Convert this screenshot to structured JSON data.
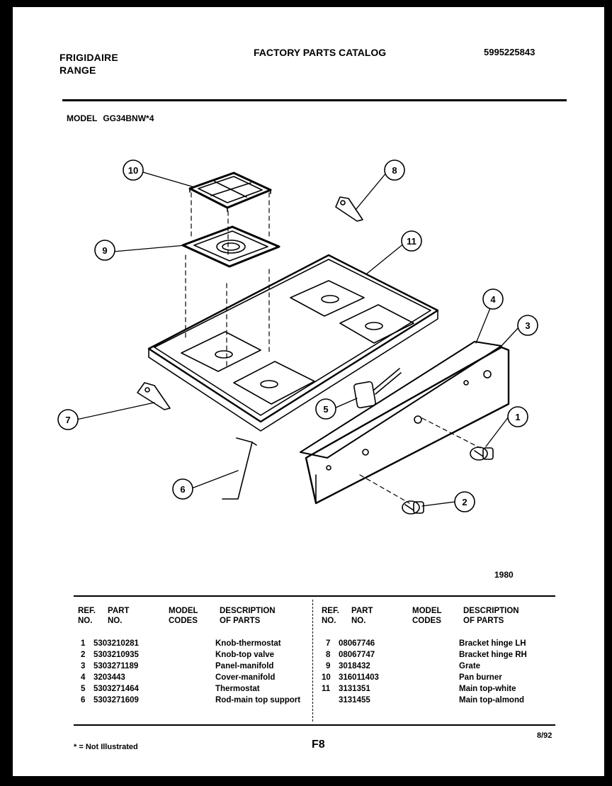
{
  "header": {
    "brand": "FRIGIDAIRE",
    "product": "RANGE",
    "catalog_title": "FACTORY PARTS CATALOG",
    "catalog_number": "5995225843"
  },
  "model": {
    "label": "MODEL",
    "value": "GG34BNW*4"
  },
  "diagram": {
    "callouts": [
      "1",
      "2",
      "3",
      "4",
      "5",
      "6",
      "7",
      "8",
      "9",
      "10",
      "11"
    ],
    "drawing_number": "1980"
  },
  "table": {
    "headers": {
      "ref_no": [
        "REF.",
        "NO."
      ],
      "part_no": [
        "PART",
        "NO."
      ],
      "model_codes": [
        "MODEL",
        "CODES"
      ],
      "description": [
        "DESCRIPTION",
        "OF PARTS"
      ]
    },
    "left_rows": [
      {
        "ref": "1",
        "part": "5303210281",
        "desc": "Knob-thermostat"
      },
      {
        "ref": "2",
        "part": "5303210935",
        "desc": "Knob-top valve"
      },
      {
        "ref": "3",
        "part": "5303271189",
        "desc": "Panel-manifold"
      },
      {
        "ref": "4",
        "part": "3203443",
        "desc": "Cover-manifold"
      },
      {
        "ref": "5",
        "part": "5303271464",
        "desc": "Thermostat"
      },
      {
        "ref": "6",
        "part": "5303271609",
        "desc": "Rod-main top support"
      }
    ],
    "right_rows": [
      {
        "ref": "7",
        "part": "08067746",
        "desc": "Bracket hinge LH"
      },
      {
        "ref": "8",
        "part": "08067747",
        "desc": "Bracket hinge RH"
      },
      {
        "ref": "9",
        "part": "3018432",
        "desc": "Grate"
      },
      {
        "ref": "10",
        "part": "316011403",
        "desc": "Pan burner"
      },
      {
        "ref": "11",
        "part": "3131351",
        "desc": "Main top-white"
      },
      {
        "ref": "",
        "part": "3131455",
        "desc": "Main top-almond"
      }
    ]
  },
  "footer": {
    "note": "* = Not Illustrated",
    "page": "F8",
    "date": "8/92"
  }
}
